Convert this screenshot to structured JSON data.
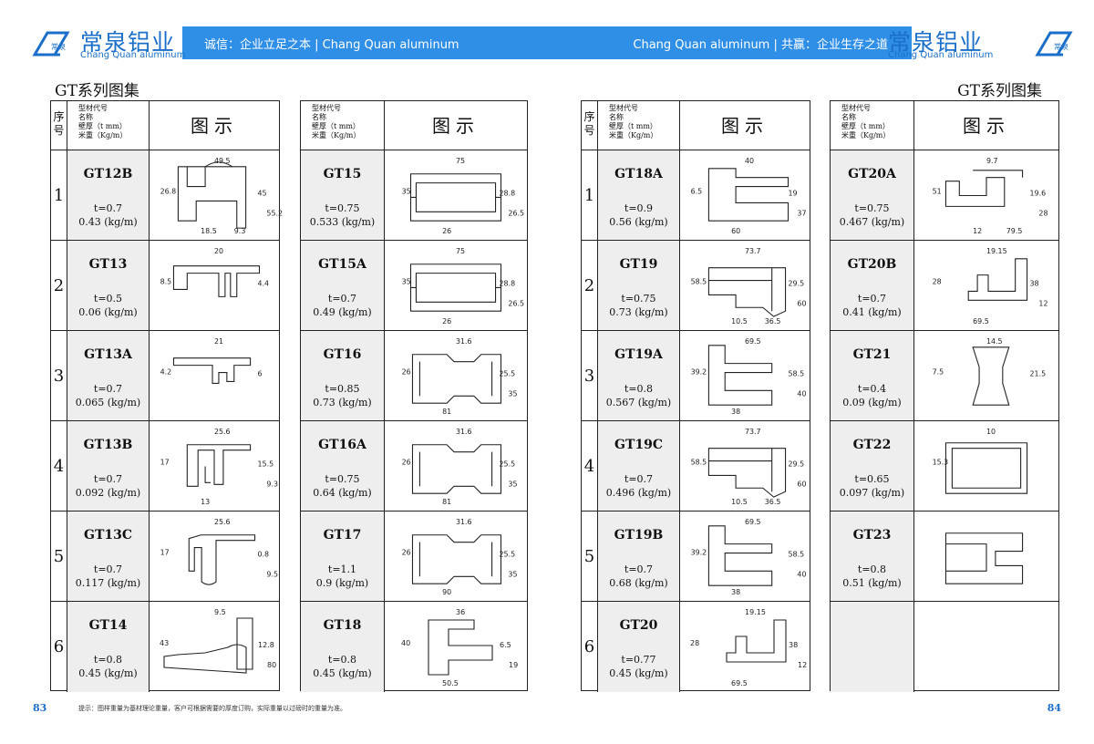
{
  "brand": {
    "name_cn": "常泉铝业",
    "name_en": "Chang Quan aluminum",
    "logo_mark_text": "常泉"
  },
  "header": {
    "slogan_left": "诚信：企业立足之本 | Chang Quan aluminum",
    "slogan_right": "Chang Quan aluminum | 共赢：企业生存之道"
  },
  "series_title_left": "GT系列图集",
  "series_title_right": "GT系列图集",
  "table_header": {
    "seq": "序号",
    "props": [
      "型材代号",
      "名称",
      "壁厚（t mm）",
      "米重（Kg/m）"
    ],
    "figure": "图示"
  },
  "tables": [
    {
      "rows": [
        {
          "seq": "1",
          "code": "GT12B",
          "thickness": "t=0.7",
          "weight": "0.43 (kg/m)"
        },
        {
          "seq": "2",
          "code": "GT13",
          "thickness": "t=0.5",
          "weight": "0.06 (kg/m)"
        },
        {
          "seq": "3",
          "code": "GT13A",
          "thickness": "t=0.7",
          "weight": "0.065 (kg/m)"
        },
        {
          "seq": "4",
          "code": "GT13B",
          "thickness": "t=0.7",
          "weight": "0.092 (kg/m)"
        },
        {
          "seq": "5",
          "code": "GT13C",
          "thickness": "t=0.7",
          "weight": "0.117 (kg/m)"
        },
        {
          "seq": "6",
          "code": "GT14",
          "thickness": "t=0.8",
          "weight": "0.45 (kg/m)"
        }
      ]
    },
    {
      "rows": [
        {
          "code": "GT15",
          "thickness": "t=0.75",
          "weight": "0.533 (kg/m)"
        },
        {
          "code": "GT15A",
          "thickness": "t=0.7",
          "weight": "0.49 (kg/m)"
        },
        {
          "code": "GT16",
          "thickness": "t=0.85",
          "weight": "0.73 (kg/m)"
        },
        {
          "code": "GT16A",
          "thickness": "t=0.75",
          "weight": "0.64 (kg/m)"
        },
        {
          "code": "GT17",
          "thickness": "t=1.1",
          "weight": "0.9 (kg/m)"
        },
        {
          "code": "GT18",
          "thickness": "t=0.8",
          "weight": "0.45 (kg/m)"
        }
      ]
    },
    {
      "rows": [
        {
          "seq": "1",
          "code": "GT18A",
          "thickness": "t=0.9",
          "weight": "0.56 (kg/m)"
        },
        {
          "seq": "2",
          "code": "GT19",
          "thickness": "t=0.75",
          "weight": "0.73 (kg/m)"
        },
        {
          "seq": "3",
          "code": "GT19A",
          "thickness": "t=0.8",
          "weight": "0.567 (kg/m)"
        },
        {
          "seq": "4",
          "code": "GT19C",
          "thickness": "t=0.7",
          "weight": "0.496 (kg/m)"
        },
        {
          "seq": "5",
          "code": "GT19B",
          "thickness": "t=0.7",
          "weight": "0.68 (kg/m)"
        },
        {
          "seq": "6",
          "code": "GT20",
          "thickness": "t=0.77",
          "weight": "0.45 (kg/m)"
        }
      ]
    },
    {
      "rows": [
        {
          "code": "GT20A",
          "thickness": "t=0.75",
          "weight": "0.467 (kg/m)"
        },
        {
          "code": "GT20B",
          "thickness": "t=0.7",
          "weight": "0.41 (kg/m)"
        },
        {
          "code": "GT21",
          "thickness": "t=0.4",
          "weight": "0.09 (kg/m)"
        },
        {
          "code": "GT22",
          "thickness": "t=0.65",
          "weight": "0.097 (kg/m)"
        },
        {
          "code": "GT23",
          "thickness": "t=0.8",
          "weight": "0.51 (kg/m)"
        },
        {
          "code": "",
          "thickness": "",
          "weight": ""
        }
      ]
    }
  ],
  "dims": {
    "GT12B": [
      "49.5",
      "26.8",
      "45",
      "55.2",
      "18.5",
      "9.3"
    ],
    "GT13": [
      "20",
      "8.5",
      "4.4"
    ],
    "GT13A": [
      "21",
      "4.2",
      "6"
    ],
    "GT13B": [
      "25.6",
      "17",
      "15.5",
      "9.3",
      "13"
    ],
    "GT13C": [
      "25.6",
      "17",
      "0.8",
      "9.5"
    ],
    "GT14": [
      "9.5",
      "43",
      "12.8",
      "80"
    ],
    "GT15": [
      "75",
      "35",
      "28.8",
      "26.5",
      "26"
    ],
    "GT15A": [
      "75",
      "35",
      "28.8",
      "26.5",
      "26"
    ],
    "GT16": [
      "31.6",
      "26",
      "25.5",
      "35",
      "81"
    ],
    "GT16A": [
      "31.6",
      "26",
      "25.5",
      "35",
      "81"
    ],
    "GT17": [
      "31.6",
      "26",
      "25.5",
      "35",
      "90"
    ],
    "GT18": [
      "36",
      "40",
      "6.5",
      "19",
      "50.5"
    ],
    "GT18A": [
      "40",
      "6.5",
      "19",
      "37",
      "60"
    ],
    "GT19": [
      "73.7",
      "58.5",
      "29.5",
      "60",
      "10.5",
      "36.5"
    ],
    "GT19A": [
      "69.5",
      "39.2",
      "58.5",
      "40",
      "38"
    ],
    "GT19C": [
      "73.7",
      "58.5",
      "29.5",
      "60",
      "10.5",
      "36.5"
    ],
    "GT19B": [
      "69.5",
      "39.2",
      "58.5",
      "40",
      "38"
    ],
    "GT20": [
      "19.15",
      "28",
      "38",
      "12",
      "69.5"
    ],
    "GT20A": [
      "9.7",
      "51",
      "19.6",
      "28",
      "12",
      "79.5"
    ],
    "GT20B": [
      "19.15",
      "28",
      "38",
      "12",
      "69.5"
    ],
    "GT21": [
      "14.5",
      "7.5",
      "21.5"
    ],
    "GT22": [
      "10",
      "15.3"
    ],
    "GT23": []
  },
  "footer": {
    "page_left": "83",
    "page_right": "84",
    "note": "提示：图样重量为基材理论重量，客户可根据需要的厚度订购，实际重量以过磅时的重量为准。"
  }
}
